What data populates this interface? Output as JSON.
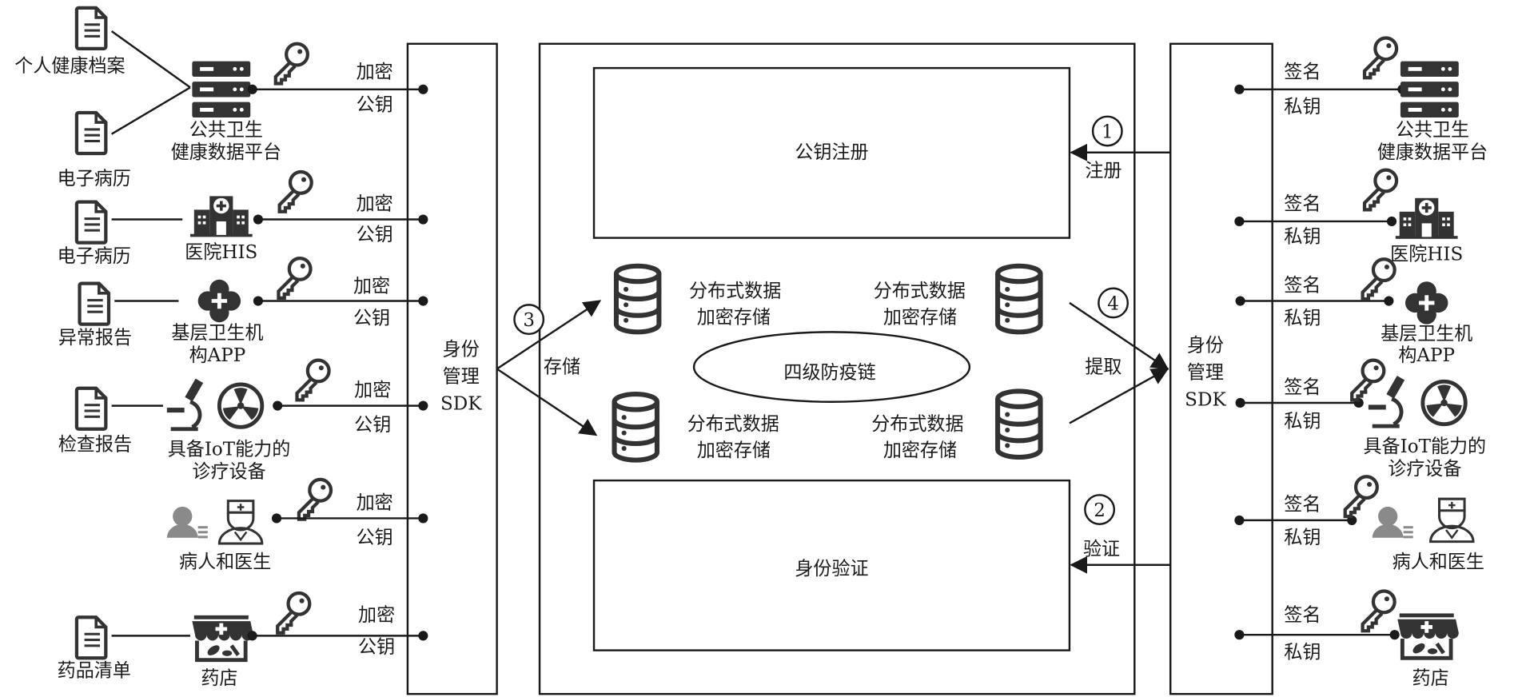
{
  "left_sources": [
    {
      "docs": [
        "个人健康档案",
        "电子病历"
      ],
      "entity": [
        "公共卫生",
        "健康数据平台"
      ],
      "entity_icon": "server-icon",
      "link_top": "加密",
      "link_bottom": "公钥"
    },
    {
      "docs": [
        "电子病历"
      ],
      "entity": [
        "医院HIS"
      ],
      "entity_icon": "hospital-icon",
      "link_top": "加密",
      "link_bottom": "公钥"
    },
    {
      "docs": [
        "异常报告"
      ],
      "entity": [
        "基层卫生机",
        "构APP"
      ],
      "entity_icon": "medical-cross-icon",
      "link_top": "加密",
      "link_bottom": "公钥"
    },
    {
      "docs": [
        "检查报告"
      ],
      "entity": [
        "具备IoT能力的",
        "诊疗设备"
      ],
      "entity_icon": "microscope-radiation-icon",
      "link_top": "加密",
      "link_bottom": "公钥"
    },
    {
      "docs": [],
      "entity": [
        "病人和医生"
      ],
      "entity_icon": "patient-doctor-icon",
      "link_top": "加密",
      "link_bottom": "公钥"
    },
    {
      "docs": [
        "药品清单"
      ],
      "entity": [
        "药店"
      ],
      "entity_icon": "pharmacy-icon",
      "link_top": "加密",
      "link_bottom": "公钥"
    }
  ],
  "right_entities": [
    {
      "entity": [
        "公共卫生",
        "健康数据平台"
      ],
      "link_top": "签名",
      "link_bottom": "私钥"
    },
    {
      "entity": [
        "医院HIS"
      ],
      "link_top": "签名",
      "link_bottom": "私钥"
    },
    {
      "entity": [
        "基层卫生机",
        "构APP"
      ],
      "link_top": "签名",
      "link_bottom": "私钥"
    },
    {
      "entity": [
        "具备IoT能力的",
        "诊疗设备"
      ],
      "link_top": "签名",
      "link_bottom": "私钥"
    },
    {
      "entity": [
        "病人和医生"
      ],
      "link_top": "签名",
      "link_bottom": "私钥"
    },
    {
      "entity": [
        "药店"
      ],
      "link_top": "签名",
      "link_bottom": "私钥"
    }
  ],
  "sdk_left": [
    "身份",
    "管理",
    "SDK"
  ],
  "sdk_right": [
    "身份",
    "管理",
    "SDK"
  ],
  "center": {
    "register_box": "公钥注册",
    "verify_box": "身份验证",
    "chain": "四级防疫链",
    "storage": [
      [
        "分布式数据",
        "加密存储"
      ],
      [
        "分布式数据",
        "加密存储"
      ],
      [
        "分布式数据",
        "加密存储"
      ],
      [
        "分布式数据",
        "加密存储"
      ]
    ]
  },
  "steps": {
    "s1": {
      "num": "1",
      "label": "注册"
    },
    "s2": {
      "num": "2",
      "label": "验证"
    },
    "s3": {
      "num": "3",
      "label": "存储"
    },
    "s4": {
      "num": "4",
      "label": "提取"
    }
  }
}
